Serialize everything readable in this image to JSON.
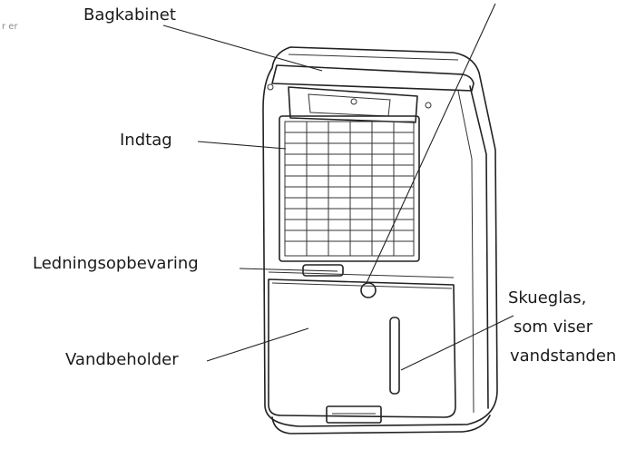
{
  "corner_text": "r er",
  "labels": {
    "rear_cabinet": "Bagkabinet",
    "intake": "Indtag",
    "cord_storage": "Ledningsopbevaring",
    "water_tank": "Vandbeholder",
    "sight_glass_line1": "Skueglas,",
    "sight_glass_line2": "som viser",
    "sight_glass_line3": "vandstanden"
  }
}
